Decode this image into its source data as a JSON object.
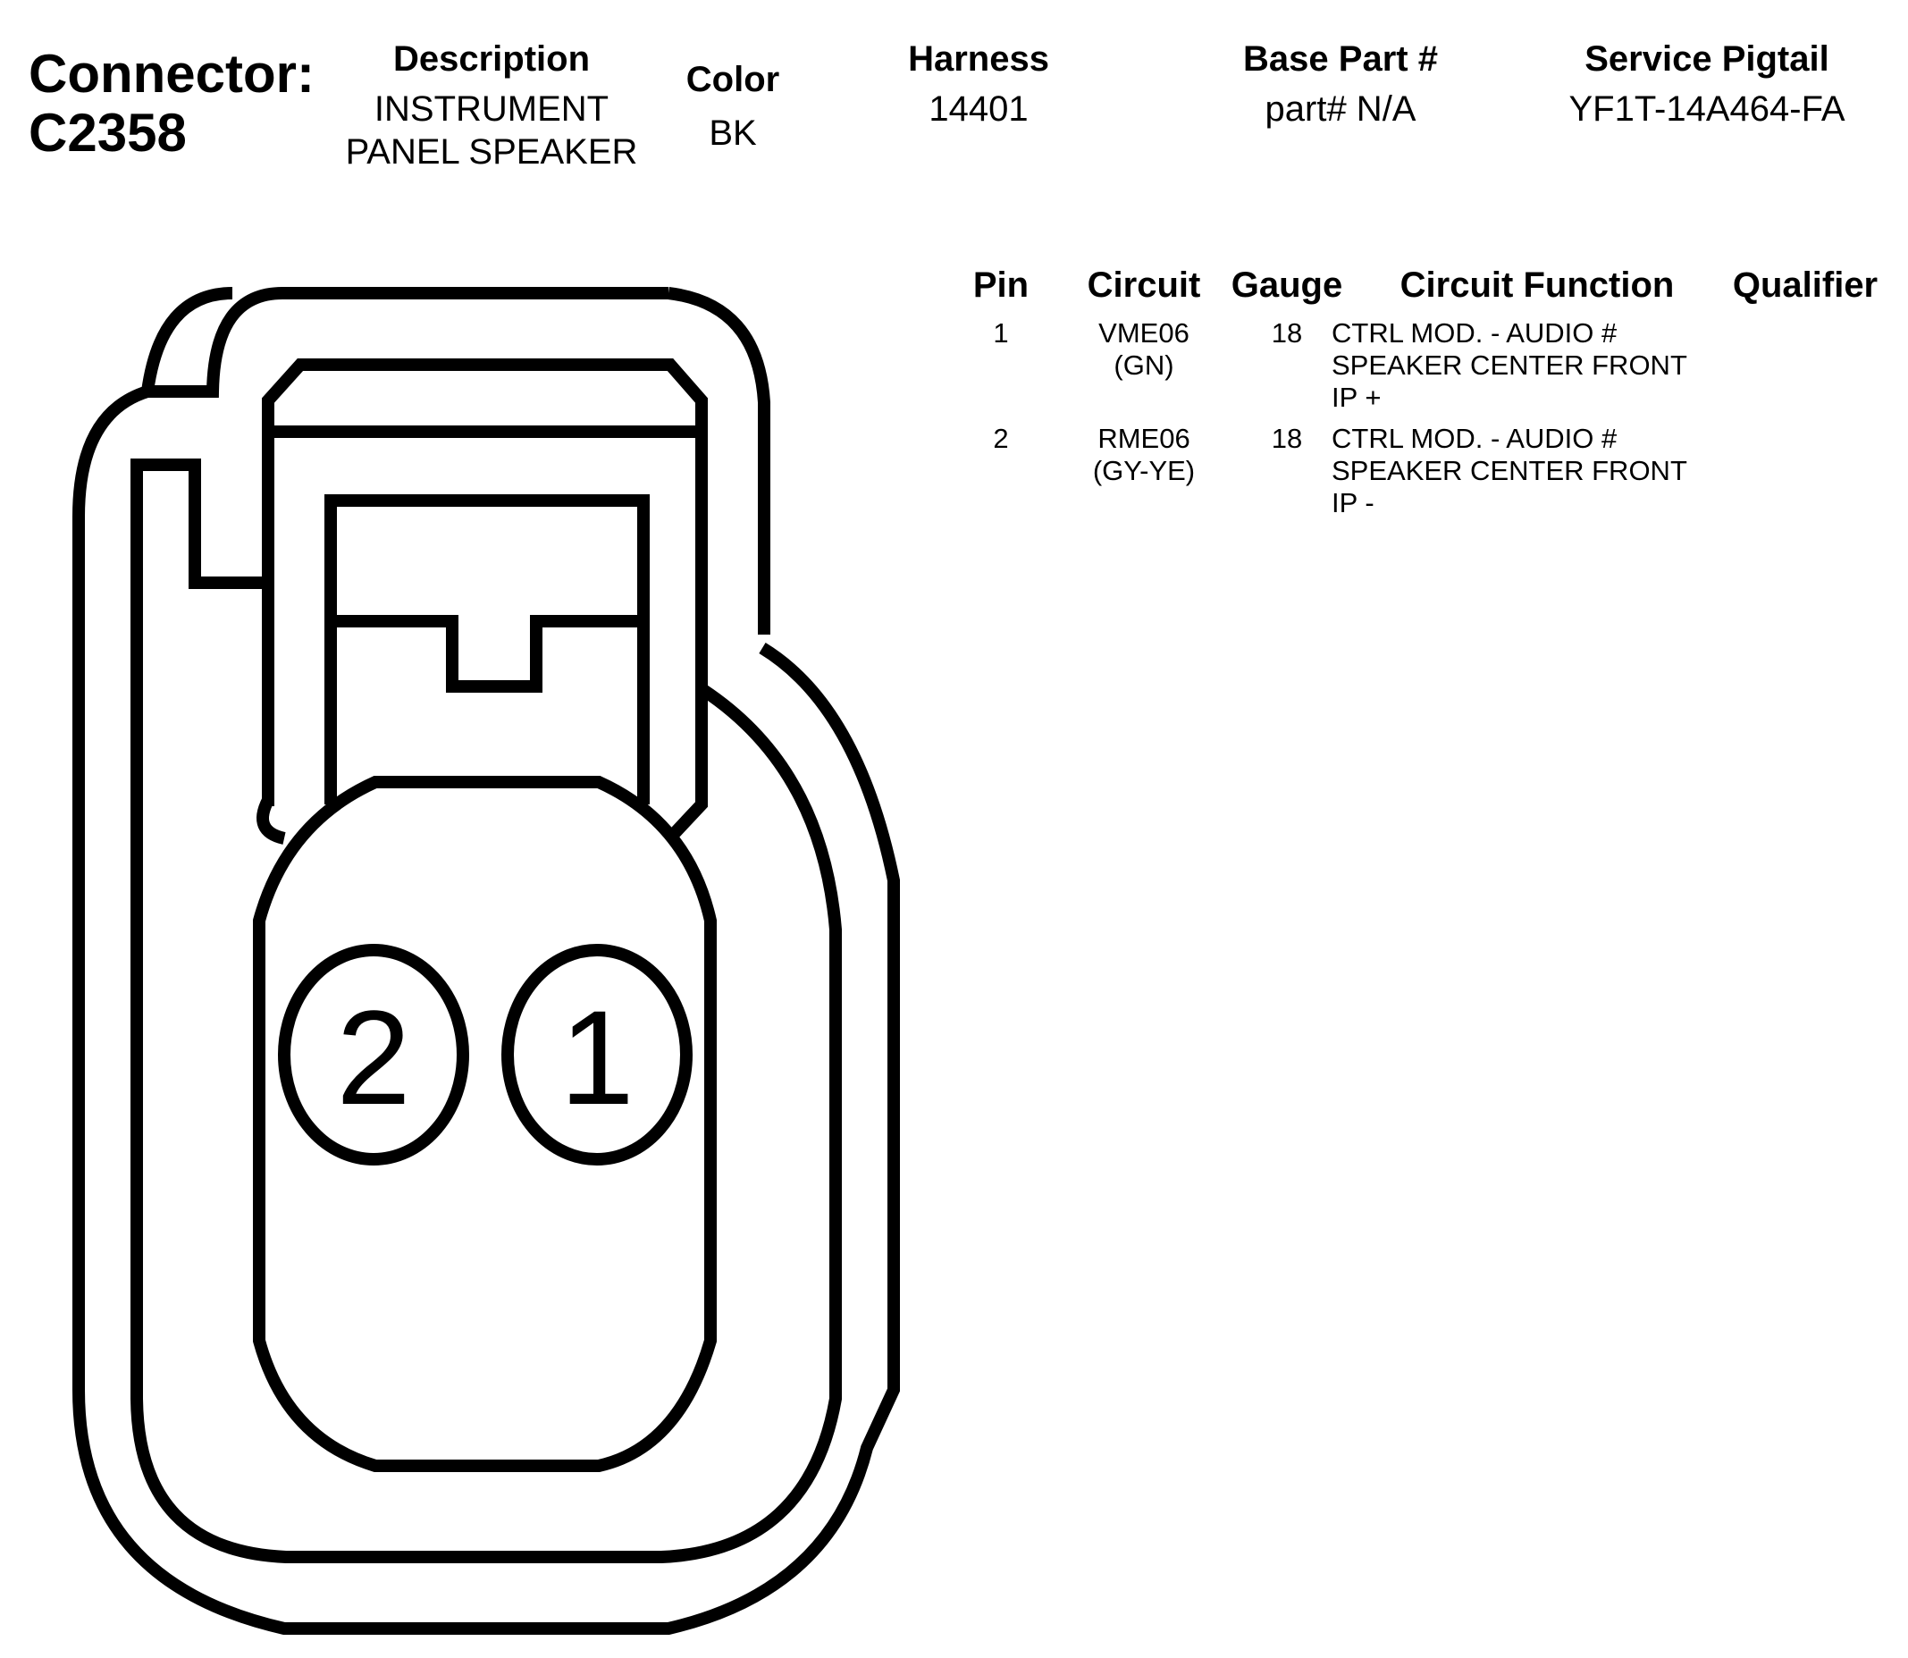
{
  "connector": {
    "label": "Connector:",
    "id": "C2358"
  },
  "header": {
    "description": {
      "label": "Description",
      "lines": [
        "INSTRUMENT",
        "PANEL SPEAKER"
      ]
    },
    "color": {
      "label": "Color",
      "value": "BK"
    },
    "harness": {
      "label": "Harness",
      "value": "14401"
    },
    "base_part": {
      "label": "Base Part #",
      "value": "part# N/A"
    },
    "service_pigtail": {
      "label": "Service Pigtail",
      "value": "YF1T-14A464-FA"
    }
  },
  "pin_table": {
    "columns": [
      "Pin",
      "Circuit",
      "Gauge",
      "Circuit Function",
      "Qualifier"
    ],
    "rows": [
      {
        "pin": "1",
        "circuit": [
          "VME06",
          "(GN)"
        ],
        "gauge": "18",
        "function": [
          "CTRL MOD. - AUDIO #",
          "SPEAKER CENTER FRONT",
          "IP +"
        ],
        "qualifier": ""
      },
      {
        "pin": "2",
        "circuit": [
          "RME06",
          "(GY-YE)"
        ],
        "gauge": "18",
        "function": [
          "CTRL MOD. - AUDIO #",
          "SPEAKER CENTER FRONT",
          "IP -"
        ],
        "qualifier": ""
      }
    ]
  },
  "diagram": {
    "pin_labels": [
      "2",
      "1"
    ]
  }
}
